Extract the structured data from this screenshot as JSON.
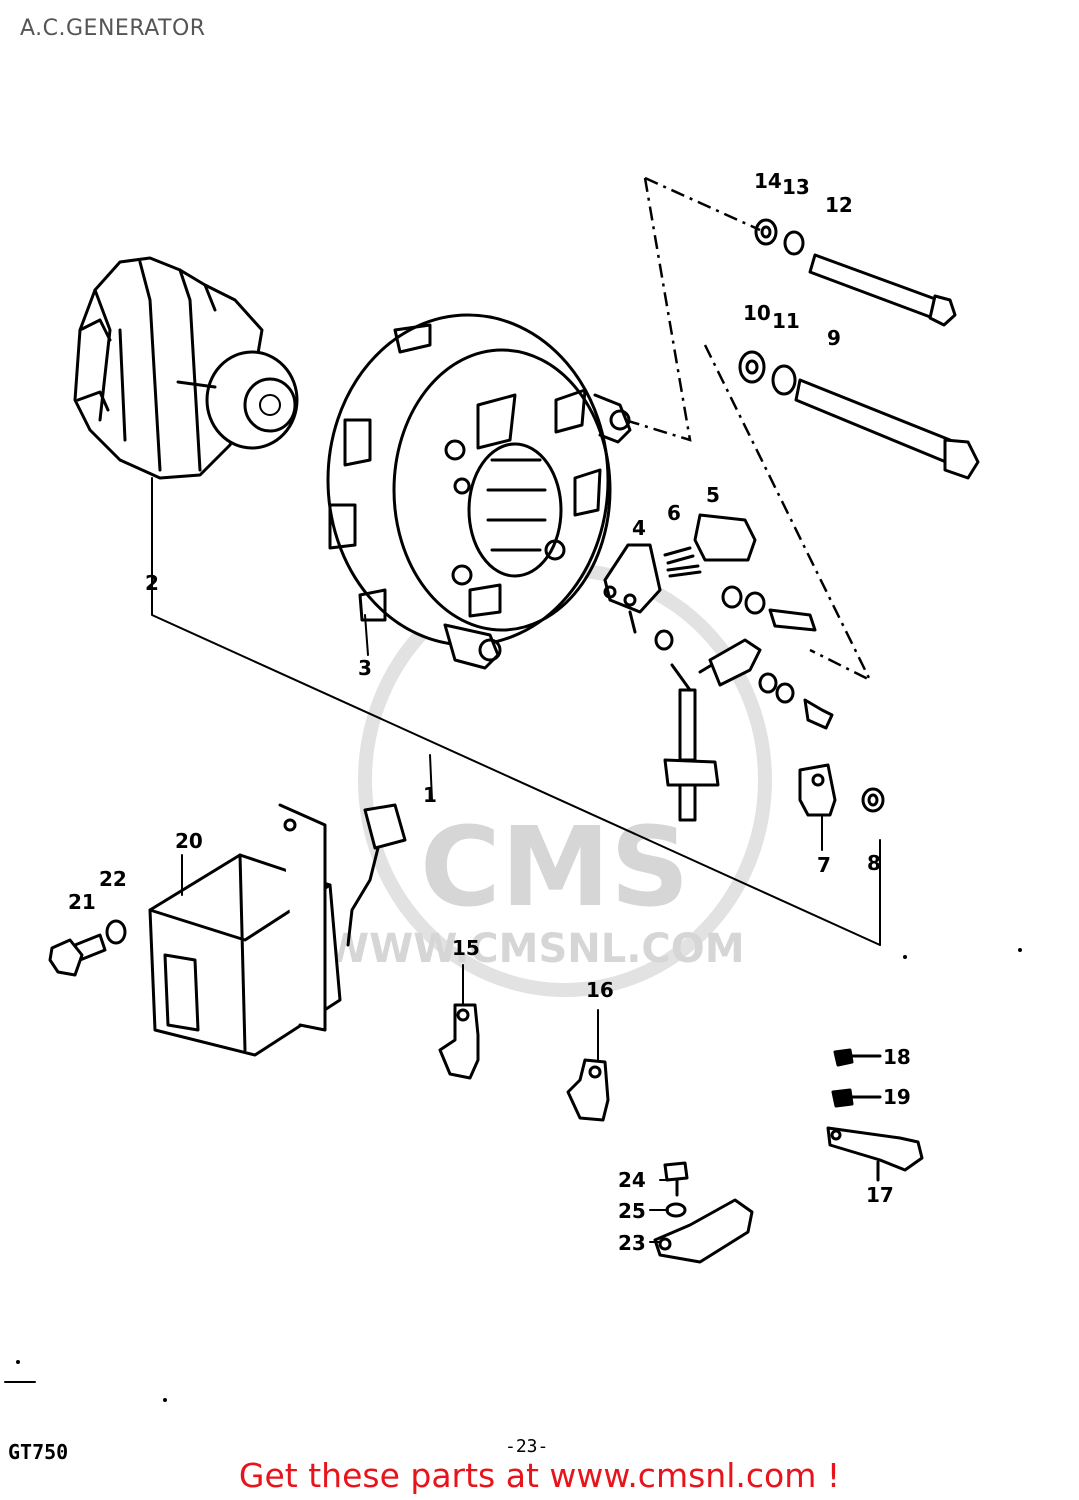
{
  "page": {
    "title": "A.C.GENERATOR",
    "model": "GT750",
    "page_number": "-23-",
    "cta": "Get these parts at www.cmsnl.com !"
  },
  "watermark": {
    "brand": "CMS",
    "url": "WWW.CMSNL.COM"
  },
  "part_labels": [
    "1",
    "2",
    "3",
    "4",
    "5",
    "6",
    "7",
    "8",
    "9",
    "10",
    "11",
    "12",
    "13",
    "14",
    "15",
    "16",
    "17",
    "18",
    "19",
    "20",
    "21",
    "22",
    "23",
    "24",
    "25"
  ],
  "colors": {
    "ink": "#000000",
    "cta": "#e8141b",
    "title": "#555555",
    "watermark": "#d6d6d6"
  }
}
